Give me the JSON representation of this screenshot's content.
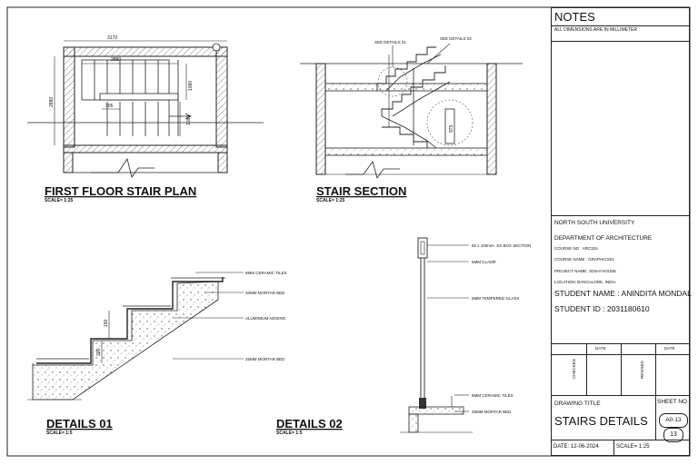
{
  "drawings": {
    "plan": {
      "title": "FIRST FLOOR STAIR PLAN",
      "scale": "SCALE= 1:25",
      "dims": {
        "width": "3170",
        "inner": "2890",
        "left_height": "2880",
        "right_a": "1080",
        "right_b": "1080",
        "landing": "305"
      }
    },
    "section": {
      "title": "STAIR SECTION",
      "scale": "SCALE= 1:25",
      "callouts": {
        "detail1": "SEE DETAILS 01",
        "detail2": "SEE DETAILS 02",
        "dim": "975"
      }
    },
    "detail1": {
      "title": "DETAILS 01",
      "scale": "SCALE= 1:5",
      "labels": [
        "8MM CERAMIC TILES",
        "20MM MORTAR BED",
        "ALUMINIUM NOSING",
        "25MM MORTAR BED"
      ],
      "dims": {
        "riser": "150",
        "tread": "300"
      }
    },
    "detail2": {
      "title": "DETAILS 02",
      "scale": "SCALE= 1:5",
      "labels": [
        "50 x 100mm. SS BOX SECTION",
        "5MM CLAMP",
        "5MM TEMPERED GLASS",
        "8MM CERAMIC TILES",
        "25MM MORTAR BED"
      ]
    }
  },
  "title_block": {
    "notes_heading": "NOTES",
    "notes_text": "ALL DIMENSIONS ARE IN MILLIMETER",
    "university": "NORTH SOUTH UNIVERSITY",
    "department": "DEPARTMENT OF ARCHITECTURE",
    "course_no": "COURSE NO : ARC324",
    "course_name": "COURSE NAME : GRAPHICS04",
    "project_name": "PROJECT NAME: JOSHI HOUSE",
    "location": "LOCATION: BANGALORE, INDIA",
    "student_name": "STUDENT NAME : ANINDITA MONDAL",
    "student_id": "STUDENT ID : 2031180610",
    "checked": "CHECKED",
    "date_label_1": "DATE",
    "revised": "REVISED",
    "date_label_2": "DATE",
    "drawing_title_label": "DRAWING TITLE",
    "drawing_title": "STAIRS DETAILS",
    "sheet_no_label": "SHEET NO",
    "sheet_code": "A0-13",
    "sheet_number": "13",
    "date": "DATE: 12-06-2024",
    "scale": "SCALE= 1:25"
  }
}
